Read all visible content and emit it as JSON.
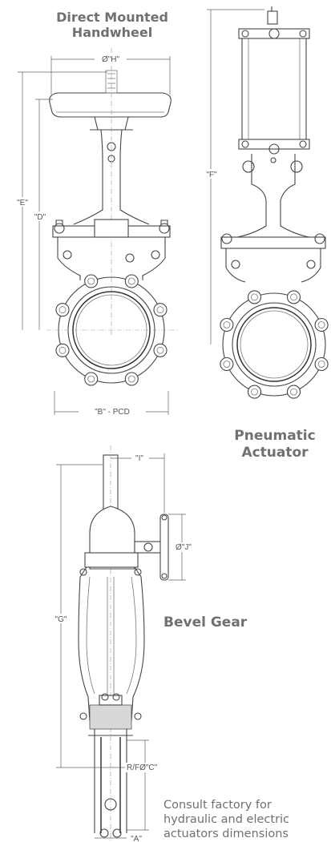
{
  "titles": {
    "handwheel_line1": "Direct Mounted",
    "handwheel_line2": "Handwheel",
    "pneumatic_line1": "Pneumatic",
    "pneumatic_line2": "Actuator",
    "bevel": "Bevel Gear"
  },
  "dimensions": {
    "H": "Ø\"H\"",
    "E": "\"E\"",
    "D": "\"D\"",
    "F": "\"F\"",
    "B": "\"B\" - PCD",
    "I": "\"I\"",
    "J": "Ø\"J\"",
    "G": "\"G\"",
    "C": "R/FØ\"C\"",
    "A": "\"A\""
  },
  "note": {
    "line1": "Consult factory for",
    "line2": "hydraulic and electric",
    "line3": "actuators dimensions"
  }
}
